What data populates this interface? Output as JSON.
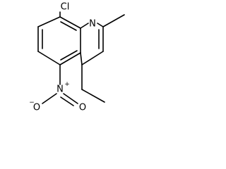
{
  "molecule": {
    "atoms": {
      "chlorine": "Cl",
      "nitrogen_ring": "N",
      "nitro_nitrogen": "N",
      "nitro_oxygen_left": "O",
      "nitro_oxygen_right": "O"
    },
    "charges": {
      "nitro_nitrogen": "+",
      "nitro_oxygen_left": "−"
    },
    "colors": {
      "bond": "#000000",
      "label": "#000000",
      "background": "#ffffff"
    }
  }
}
